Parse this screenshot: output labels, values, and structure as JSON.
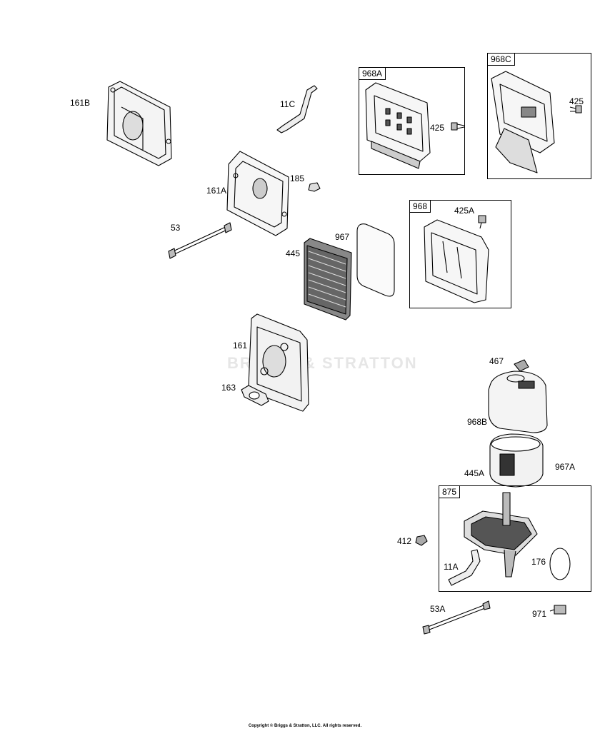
{
  "watermark": "BRIGGS & STRATTON",
  "callouts": {
    "p161B": "161B",
    "p11C": "11C",
    "p161A": "161A",
    "p185": "185",
    "p53": "53",
    "p967": "967",
    "p445": "445",
    "p161": "161",
    "p163": "163",
    "p425_a": "425",
    "p425_c": "425",
    "p425A": "425A",
    "p467": "467",
    "p968B": "968B",
    "p445A": "445A",
    "p967A": "967A",
    "p412": "412",
    "p11A": "11A",
    "p176": "176",
    "p53A": "53A",
    "p971": "971"
  },
  "boxes": {
    "b968A": "968A",
    "b968C": "968C",
    "b968": "968",
    "b875": "875"
  },
  "copyright": "Copyright © Briggs & Stratton, LLC. All rights reserved."
}
